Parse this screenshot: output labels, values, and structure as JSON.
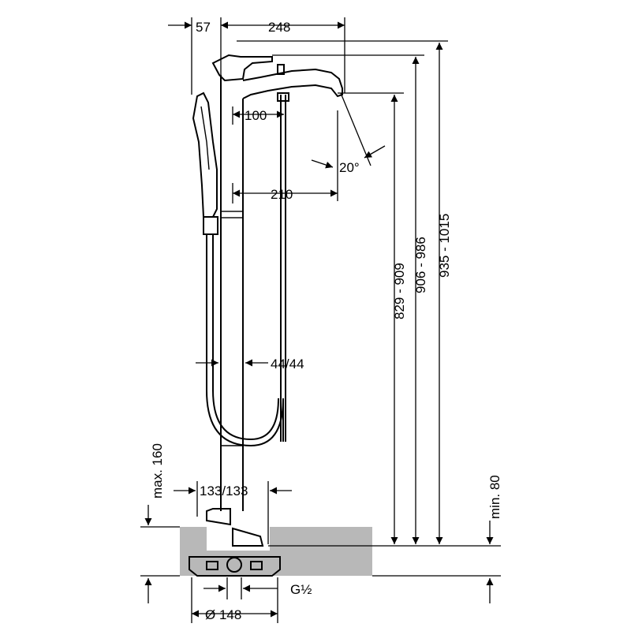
{
  "dimensions": {
    "spout_offset_top": "57",
    "spout_reach": "248",
    "handle_offset": "100",
    "angle": "20°",
    "spout_reach_lower": "210",
    "hose_spacing": "44/44",
    "max_height_base": "max. 160",
    "base_width": "133/133",
    "outlet_height": "829 - 909",
    "mid_height": "906 - 986",
    "total_height": "935 - 1015",
    "min_depth": "min. 80",
    "connection": "G½",
    "base_diameter": "Ø 148"
  },
  "colors": {
    "line": "#000000",
    "floor_fill": "#b8b8b8"
  }
}
